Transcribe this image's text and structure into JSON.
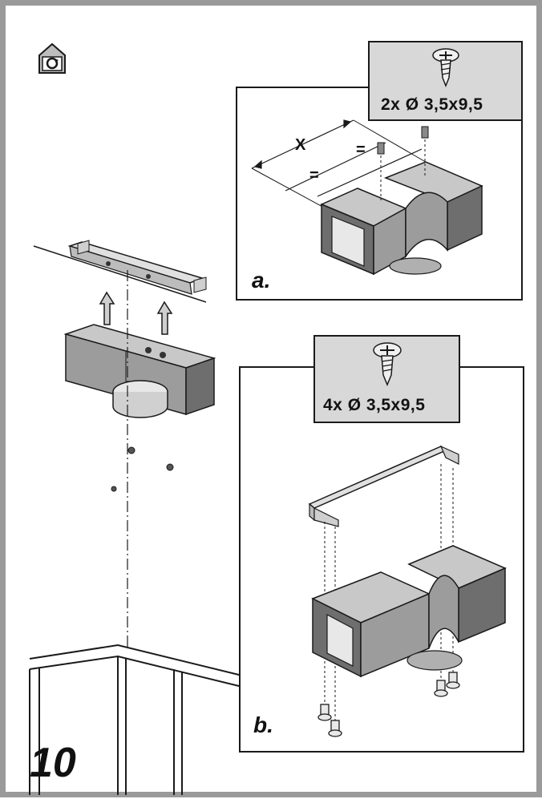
{
  "step_number": "10",
  "panel_a": {
    "letter": "a.",
    "screws": "2x Ø 3,5x9,5",
    "dimension_label": "X",
    "equal_mark": "="
  },
  "panel_b": {
    "letter": "b.",
    "screws": "4x Ø 3,5x9,5"
  },
  "icons": {
    "corner": "house-recirculation-icon",
    "screw": "screw-icon"
  },
  "colors": {
    "frame": "#9a9a9a",
    "ink": "#1a1a1a",
    "duct_dark": "#6e6e6e",
    "duct_mid": "#9c9c9c",
    "duct_light": "#c8c8c8",
    "label_box": "#d8d8d8"
  }
}
